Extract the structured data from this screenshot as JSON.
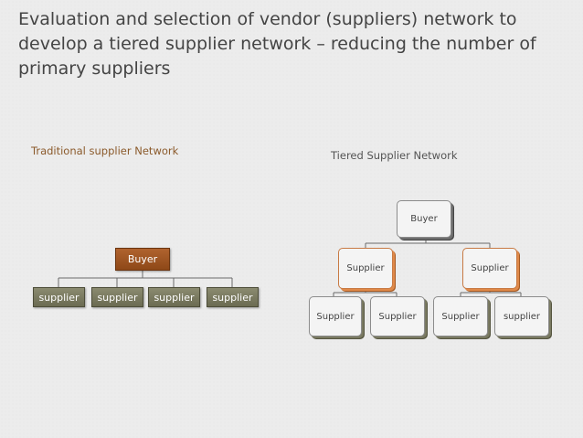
{
  "title": "Evaluation and selection of  vendor (suppliers) network to develop a tiered supplier network – reducing the number of primary suppliers",
  "traditional": {
    "heading": "Traditional supplier Network",
    "buyer": "Buyer",
    "suppliers": [
      "supplier",
      "supplier",
      "supplier",
      "supplier"
    ]
  },
  "tiered": {
    "heading": "Tiered Supplier Network",
    "buyer": "Buyer",
    "tier1": [
      "Supplier",
      "Supplier"
    ],
    "tier2": [
      "Supplier",
      "Supplier",
      "Supplier",
      "supplier"
    ]
  }
}
